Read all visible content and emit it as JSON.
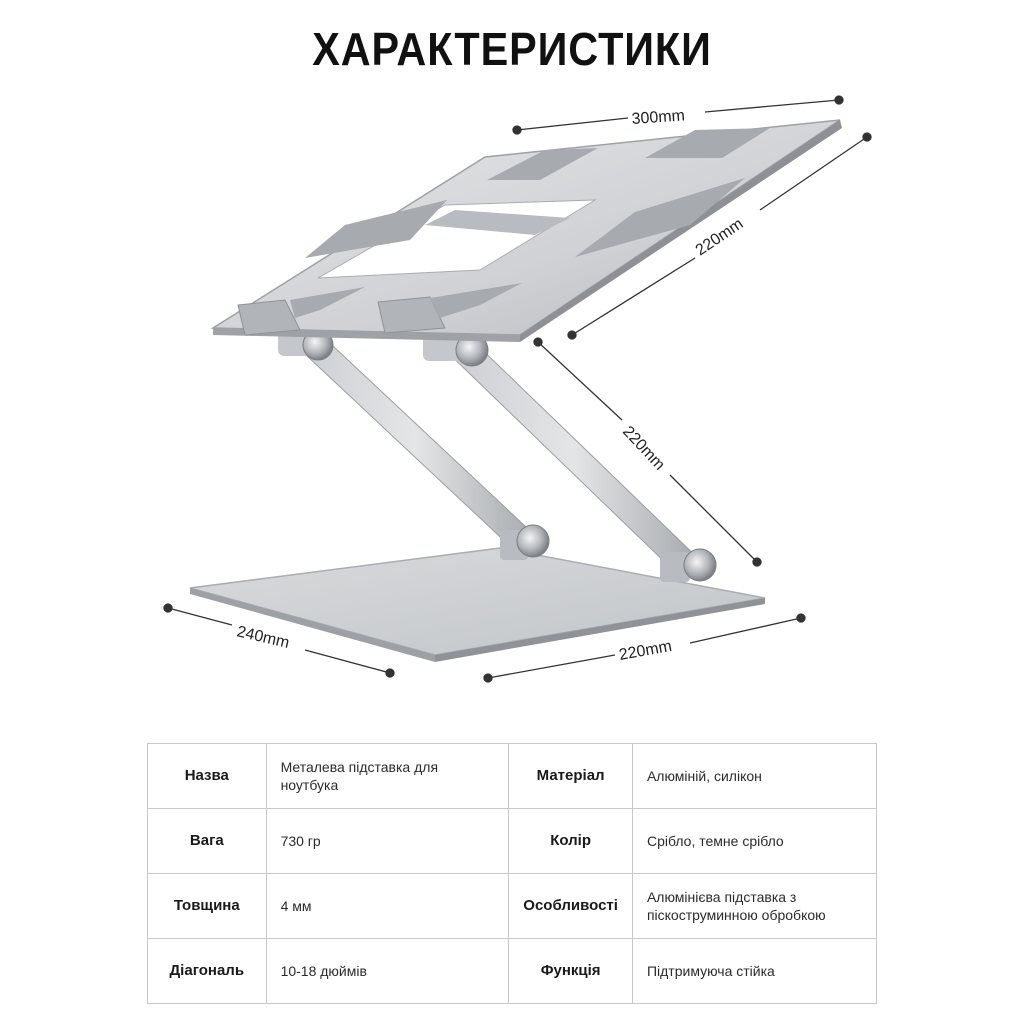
{
  "title": "ХАРАКТЕРИСТИКИ",
  "dimensions": {
    "top_width": "300mm",
    "top_depth": "220mm",
    "arm_length": "220mm",
    "base_depth": "240mm",
    "base_width": "220mm"
  },
  "colors": {
    "aluminium_light": "#d4d6d9",
    "aluminium_mid": "#b9bcc0",
    "aluminium_dark": "#8f9397",
    "silicone_pad": "#a7aaae",
    "dimension_line": "#333333"
  },
  "specs": {
    "rows": [
      {
        "left_key": "Назва",
        "left_value": "Металева підставка для ноутбука",
        "right_key": "Матеріал",
        "right_value": "Алюміній, силікон"
      },
      {
        "left_key": "Вага",
        "left_value": "730 гр",
        "right_key": "Колір",
        "right_value": "Срібло, темне срібло"
      },
      {
        "left_key": "Товщина",
        "left_value": "4 мм",
        "right_key": "Особливості",
        "right_value": "Алюмінієва підставка з піскоструминною обробкою"
      },
      {
        "left_key": "Діагональ",
        "left_value": "10-18 дюймів",
        "right_key": "Функція",
        "right_value": "Підтримуюча стійка"
      }
    ]
  }
}
